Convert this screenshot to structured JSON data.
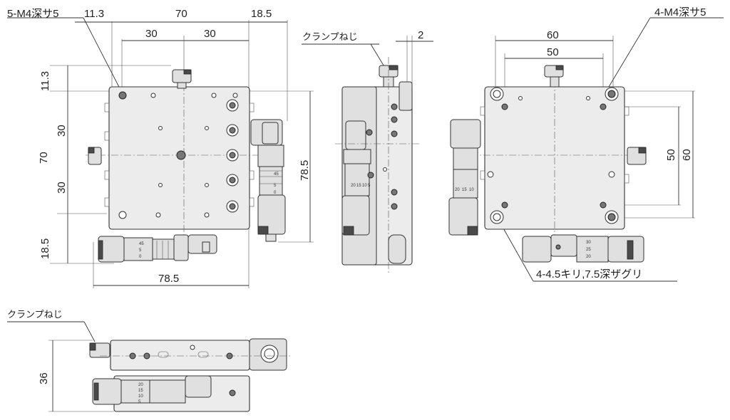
{
  "notes": {
    "top_left_thread": "5-M4深サ5",
    "top_right_thread": "4-M4深サ5",
    "clamp_screw_side": "クランプねじ",
    "clamp_screw_bottom": "クランプねじ",
    "counterbore": "4-4.5キリ,7.5深ザグリ"
  },
  "dims": {
    "d_11_3_top": "11.3",
    "d_70_top": "70",
    "d_18_5_top": "18.5",
    "d_30_left": "30",
    "d_30_right": "30",
    "d_11_3_side": "11.3",
    "d_30_upper": "30",
    "d_70_side": "70",
    "d_30_lower": "30",
    "d_18_5_side": "18.5",
    "d_78_5_bottom": "78.5",
    "d_78_5_right": "78.5",
    "d_2": "2",
    "d_60_top": "60",
    "d_50_top": "50",
    "d_50_right": "50",
    "d_60_right": "60",
    "d_36": "36"
  },
  "micrometer_scales": {
    "view1_vertical": [
      "45",
      "5",
      "0"
    ],
    "view1_horizontal": [
      "45",
      "5",
      "0"
    ],
    "view2": [
      "20",
      "15",
      "10",
      "5"
    ],
    "view3_vertical": [
      "20",
      "15",
      "10"
    ],
    "view3_horizontal": [
      "30",
      "25",
      "20"
    ],
    "view4": [
      "20",
      "15",
      "10",
      "5"
    ]
  }
}
